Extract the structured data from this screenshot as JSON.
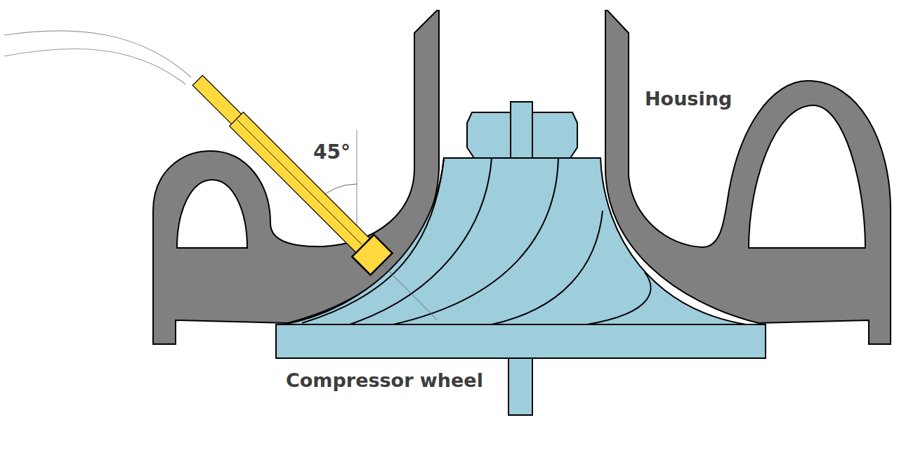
{
  "diagram": {
    "labels": [
      "45°",
      "Housing",
      "Compressor wheel"
    ]
  }
}
